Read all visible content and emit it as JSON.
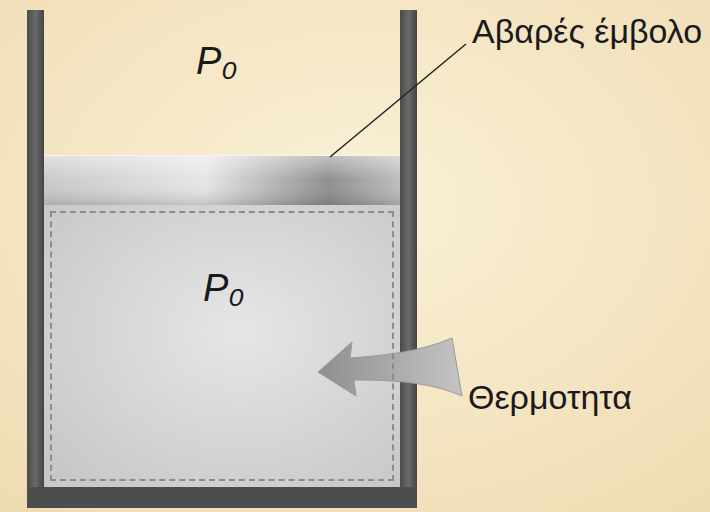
{
  "diagram": {
    "nodes": [
      {
        "text": [
          "P₀"
        ]
      }
    ],
    "labels": [
      "P₀",
      "Αβαρές έμβολο",
      "Θερμοτητα"
    ]
  }
}
